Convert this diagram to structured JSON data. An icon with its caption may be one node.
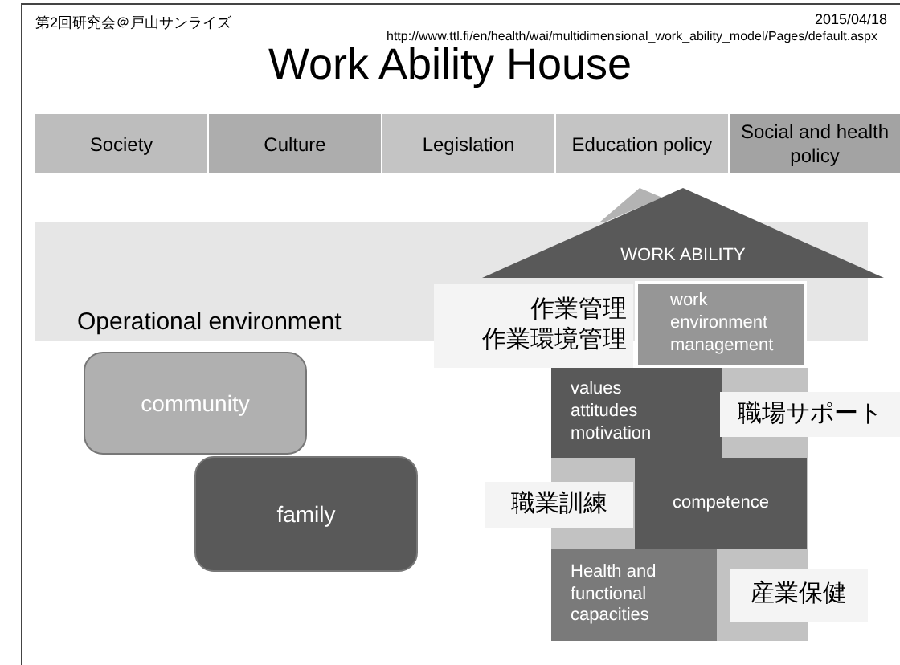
{
  "diagram": {
    "title": "Work Ability House",
    "nodes": [
      {
        "text": [
          "Society"
        ]
      },
      {
        "text": [
          "Culture"
        ]
      },
      {
        "text": [
          "Legislation"
        ]
      },
      {
        "text": [
          "Education policy"
        ]
      },
      {
        "text": [
          "Social and health policy"
        ]
      },
      {
        "text": [
          "Operational environment"
        ]
      },
      {
        "text": [
          "WORK ABILITY"
        ]
      },
      {
        "text": [
          "work environment management"
        ]
      },
      {
        "text": [
          "values attitudes motivation"
        ]
      },
      {
        "text": [
          "competence"
        ]
      },
      {
        "text": [
          "Health and functional capacities"
        ]
      },
      {
        "text": [
          "作業管理",
          "作業環境管理"
        ]
      },
      {
        "text": [
          "職場サポート"
        ]
      },
      {
        "text": [
          "職業訓練"
        ]
      },
      {
        "text": [
          "産業保健"
        ]
      },
      {
        "text": [
          "community"
        ]
      },
      {
        "text": [
          "family"
        ]
      }
    ],
    "edges": [],
    "labels": [
      "第2回研究会＠戸山サンライズ",
      "2015/04/18",
      "http://www.ttl.fi/en/health/wai/multidimensional_work_ability_model/Pages/default.aspx"
    ]
  }
}
